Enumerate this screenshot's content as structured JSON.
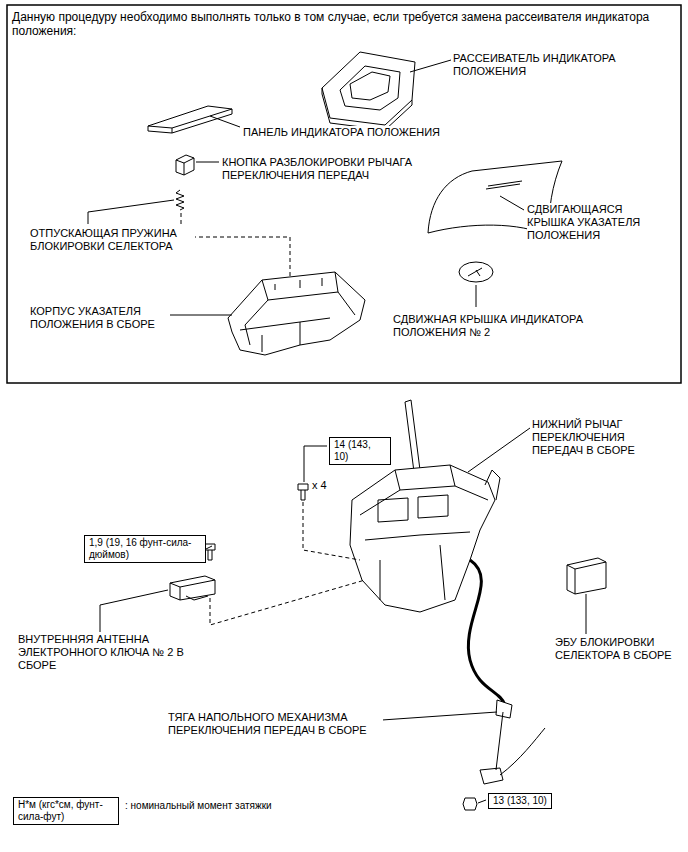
{
  "diagram": {
    "nodes": [
      {
        "text": [
          "Данную процедуру необходимо выполнять только в том случае, если требуется замена рассеивателя индикатора положения:",
          "РАССЕИВАТЕЛЬ ИНДИКАТОРА ПОЛОЖЕНИЯ",
          "ПАНЕЛЬ ИНДИКАТОРА ПОЛОЖЕНИЯ",
          "КНОПКА РАЗБЛОКИРОВКИ РЫЧАГА ПЕРЕКЛЮЧЕНИЯ ПЕРЕДАЧ",
          "ОТПУСКАЮЩАЯ ПРУЖИНА БЛОКИРОВКИ СЕЛЕКТОРА",
          "СДВИГАЮЩАЯСЯ КРЫШКА УКАЗАТЕЛЯ ПОЛОЖЕНИЯ",
          "КОРПУС УКАЗАТЕЛЯ ПОЛОЖЕНИЯ В СБОРЕ",
          "СДВИЖНАЯ КРЫШКА ИНДИКАТОРА ПОЛОЖЕНИЯ № 2"
        ]
      },
      {
        "text": [
          "14 (143, 10)"
        ]
      },
      {
        "text": [
          "1,9 (19, 16 фунт-сила-дюймов)"
        ]
      },
      {
        "text": [
          "13 (133, 10)"
        ]
      },
      {
        "text": [
          "Н*м (кгс*см, фунт-сила-фут)",
          ": номинальный момент затяжки"
        ]
      }
    ],
    "labels": [
      "НИЖНИЙ РЫЧАГ ПЕРЕКЛЮЧЕНИЯ ПЕРЕДАЧ В СБОРЕ",
      "x 4",
      "ВНУТРЕННЯЯ АНТЕННА ЭЛЕКТРОННОГО КЛЮЧА № 2 В СБОРЕ",
      "ЭБУ БЛОКИРОВКИ СЕЛЕКТОРА В СБОРЕ",
      "ТЯГА НАПОЛЬНОГО МЕХАНИЗМА ПЕРЕКЛЮЧЕНИЯ ПЕРЕДАЧ В СБОРЕ"
    ]
  }
}
